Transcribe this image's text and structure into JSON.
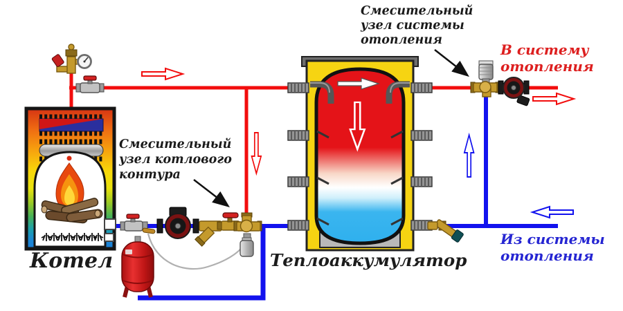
{
  "labels": {
    "boiler": "Котел",
    "tank": "Теплоаккумулятор",
    "mixing_boiler": "Смесительный\nузел котлового\nконтура",
    "mixing_heating": "Смесительный\nузел системы\nотопления",
    "to_system": "В систему\nотопления",
    "from_system": "Из системы\nотопления"
  },
  "colors": {
    "pipe_red": "#f20d0d",
    "pipe_blue": "#1212ee",
    "label_red": "#dd1f1f",
    "label_blue": "#2525d2",
    "label_black": "#1b1b1b",
    "tank_yellow": "#f6d412",
    "background": "#ffffff"
  },
  "icons": {
    "flow_direction_arrows": "hollow flow arrows on supply (red) and return (blue) lines",
    "annotation_arrows": "black pointer arrows from labels to mixing valves"
  }
}
